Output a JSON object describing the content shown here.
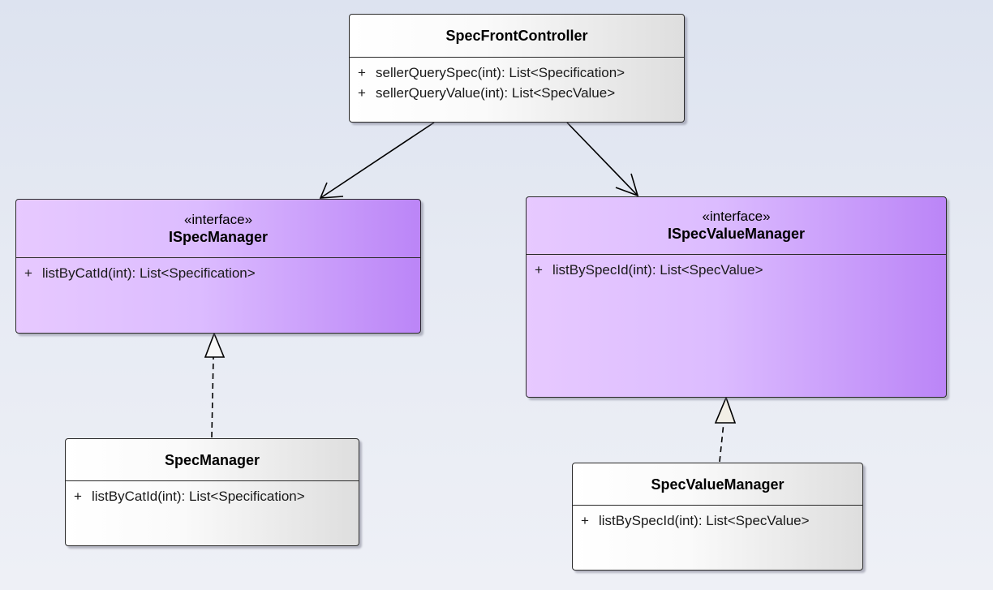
{
  "classes": {
    "spec_front_controller": {
      "name": "SpecFrontController",
      "operations": [
        {
          "visibility": "+",
          "signature": "sellerQuerySpec(int): List<Specification>"
        },
        {
          "visibility": "+",
          "signature": "sellerQueryValue(int): List<SpecValue>"
        }
      ]
    },
    "ispec_manager": {
      "stereotype": "«interface»",
      "name": "ISpecManager",
      "operations": [
        {
          "visibility": "+",
          "signature": "listByCatId(int): List<Specification>"
        }
      ]
    },
    "ispec_value_manager": {
      "stereotype": "«interface»",
      "name": "ISpecValueManager",
      "operations": [
        {
          "visibility": "+",
          "signature": "listBySpecId(int): List<SpecValue>"
        }
      ]
    },
    "spec_manager": {
      "name": "SpecManager",
      "operations": [
        {
          "visibility": "+",
          "signature": "listByCatId(int): List<Specification>"
        }
      ]
    },
    "spec_value_manager": {
      "name": "SpecValueManager",
      "operations": [
        {
          "visibility": "+",
          "signature": "listBySpecId(int): List<SpecValue>"
        }
      ]
    }
  },
  "relationships": [
    {
      "type": "association",
      "from": "SpecFrontController",
      "to": "ISpecManager"
    },
    {
      "type": "association",
      "from": "SpecFrontController",
      "to": "ISpecValueManager"
    },
    {
      "type": "realization",
      "from": "SpecManager",
      "to": "ISpecManager"
    },
    {
      "type": "realization",
      "from": "SpecValueManager",
      "to": "ISpecValueManager"
    }
  ],
  "colors": {
    "interface_fill_light": "#e7c9ff",
    "interface_fill_dark": "#bb85f7",
    "class_fill_light": "#ffffff",
    "class_fill_dark": "#dedede",
    "background": "#e3e7f1",
    "line": "#000000",
    "realization_head": "#f2efe6"
  }
}
